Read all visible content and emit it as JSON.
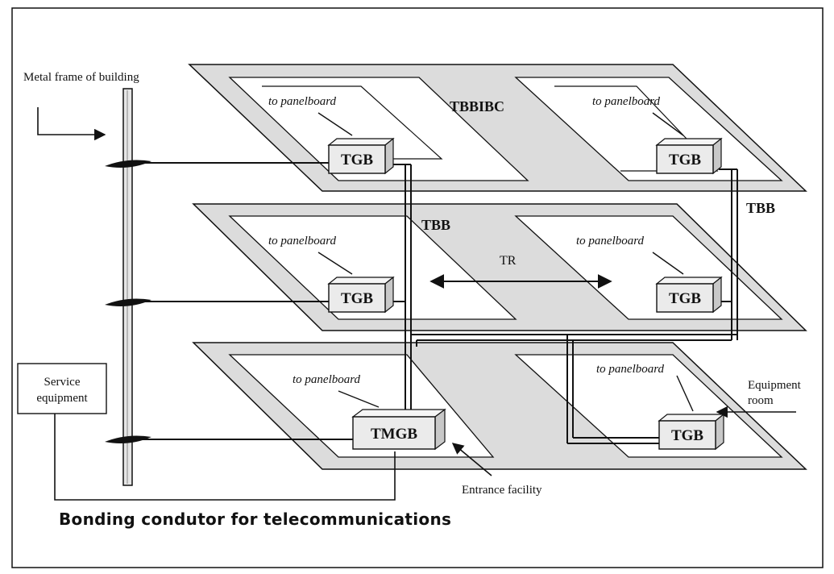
{
  "labels": {
    "metal_frame": "Metal frame of building",
    "tbbibc": "TBBIBC",
    "tbb_right": "TBB",
    "tbb_center": "TBB",
    "tr": "TR",
    "service_equipment_line1": "Service",
    "service_equipment_line2": "equipment",
    "equipment_room_line1": "Equipment",
    "equipment_room_line2": "room",
    "entrance_facility": "Entrance facility",
    "bonding_conductor": "Bonding condutor for telecommunications"
  },
  "floors": [
    {
      "left_room": {
        "panel_label": "to panelboard",
        "bus_label": "TGB"
      },
      "right_room": {
        "panel_label": "to panelboard",
        "bus_label": "TGB"
      }
    },
    {
      "left_room": {
        "panel_label": "to panelboard",
        "bus_label": "TGB"
      },
      "right_room": {
        "panel_label": "to panelboard",
        "bus_label": "TGB"
      }
    },
    {
      "left_room": {
        "panel_label": "to panelboard",
        "bus_label": "TMGB"
      },
      "right_room": {
        "panel_label": "to panelboard",
        "bus_label": "TGB"
      }
    }
  ],
  "colors": {
    "floor_fill": "#dcdcdc",
    "room_fill": "#ffffff",
    "line": "#111111",
    "box_front": "#ebebeb",
    "box_side": "#c8c8c8"
  }
}
